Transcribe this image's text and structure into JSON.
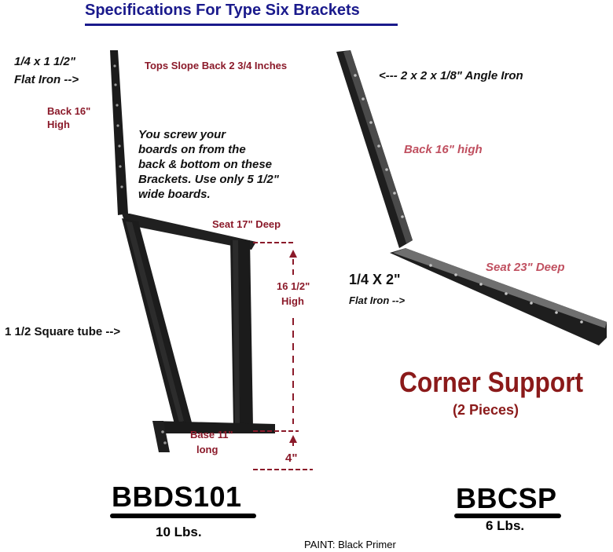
{
  "title": "Specifications For Type Six Brackets",
  "bracket": {
    "flat_iron_size": "1/4 x 1 1/2\"",
    "flat_iron_label": "Flat Iron -->",
    "tops_slope": "Tops Slope Back 2 3/4 Inches",
    "back_line1": "Back 16\"",
    "back_line2": "High",
    "note_lines": [
      "You screw your",
      "boards on from the",
      "back & bottom on these",
      "Brackets.   Use only 5 1/2\"",
      "wide boards."
    ],
    "seat": "Seat 17\" Deep",
    "height_line1": "16 1/2\"",
    "height_line2": "High",
    "square_tube": "1 1/2 Square tube -->",
    "base_line1": "Base 11\"",
    "base_line2": "long",
    "foot": "4\"",
    "model": "BBDS101",
    "weight": "10 Lbs."
  },
  "corner": {
    "angle_iron": "<--- 2 x 2 x 1/8\" Angle Iron",
    "back": "Back 16\" high",
    "seat": "Seat 23\" Deep",
    "flat_size": "1/4 X 2\"",
    "flat_label": "Flat Iron -->",
    "title": "Corner Support",
    "pieces": "(2 Pieces)",
    "model": "BBCSP",
    "weight": "6 Lbs."
  },
  "paint": "PAINT: Black Primer",
  "colors": {
    "title": "#1a1a8c",
    "label": "#8b1a2a",
    "metal": "#1b1b1b"
  }
}
